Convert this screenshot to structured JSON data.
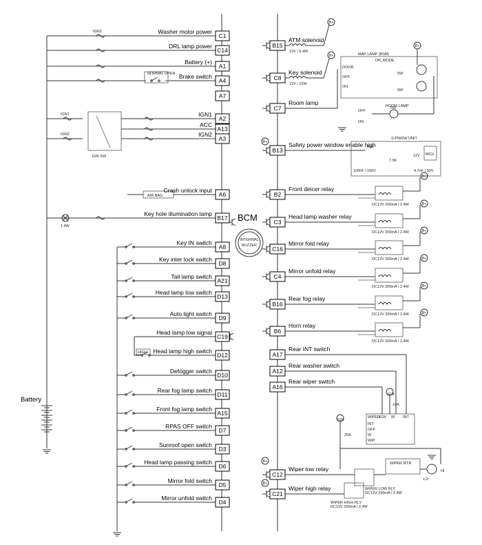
{
  "bcm_label": "BCM",
  "battery_label": "Battery",
  "internal_buzzer": [
    "INTERNAL",
    "BUZZER"
  ],
  "left_pins": [
    {
      "pin": "C1",
      "label": "Washer motor power"
    },
    {
      "pin": "C14",
      "label": "DRL lamp power"
    },
    {
      "pin": "A1",
      "label": "Battery (+)"
    },
    {
      "pin": "A4",
      "label": "Brake switch"
    },
    {
      "pin": "A7",
      "label": ""
    },
    {
      "pin": "A2",
      "label": "IGN1"
    },
    {
      "pin": "A13",
      "label": "ACC"
    },
    {
      "pin": "A3",
      "label": "IGN2"
    },
    {
      "pin": "A6",
      "label": "Crash unlock input"
    },
    {
      "pin": "B17",
      "label": "Key hole illumination lamp"
    },
    {
      "pin": "A8",
      "label": "Key IN switch"
    },
    {
      "pin": "D8",
      "label": "Key inter lock switch"
    },
    {
      "pin": "A21",
      "label": "Tail lamp switch"
    },
    {
      "pin": "D13",
      "label": "Head lamp low switch"
    },
    {
      "pin": "D9",
      "label": "Auto light switch"
    },
    {
      "pin": "C19",
      "label": "Head lamp low signal"
    },
    {
      "pin": "D12",
      "label": "Head lamp high switch"
    },
    {
      "pin": "D10",
      "label": "Defogger switch"
    },
    {
      "pin": "D11",
      "label": "Rear fog lamp switch"
    },
    {
      "pin": "A15",
      "label": "Front fog lamp switch"
    },
    {
      "pin": "D7",
      "label": "RPAS OFF switch"
    },
    {
      "pin": "D3",
      "label": "Sunroof open switch"
    },
    {
      "pin": "D6",
      "label": "Head lamp passing switch"
    },
    {
      "pin": "D5",
      "label": "Mirror fold switch"
    },
    {
      "pin": "D4",
      "label": "Mirror unfold switch"
    }
  ],
  "right_pins": [
    {
      "pin": "B15",
      "label": "ATM solenoid"
    },
    {
      "pin": "C8",
      "label": "Key solenoid"
    },
    {
      "pin": "C7",
      "label": "Room lamp"
    },
    {
      "pin": "B13",
      "label": "Safety power window enable high"
    },
    {
      "pin": "B2",
      "label": "Front deicer relay"
    },
    {
      "pin": "C3",
      "label": "Head lamp washer relay"
    },
    {
      "pin": "C16",
      "label": "Mirror fold relay"
    },
    {
      "pin": "C4",
      "label": "Mirror unfold relay"
    },
    {
      "pin": "B16",
      "label": "Rear fog relay"
    },
    {
      "pin": "B6",
      "label": "Horn relay"
    },
    {
      "pin": "A17",
      "label": "Rear INT switch"
    },
    {
      "pin": "A12",
      "label": "Rear washer switch"
    },
    {
      "pin": "A16",
      "label": "Rear wiper switch"
    },
    {
      "pin": "C12",
      "label": "Wiper low relay"
    },
    {
      "pin": "C21",
      "label": "Wiper high relay"
    }
  ],
  "small": {
    "ign2_fuse": "IGN2",
    "ign1_fuse": "IGN1",
    "normal_open": "NORMAL OPEN",
    "ign_sw": "IGN SW",
    "air_bag": "AIR BAG",
    "lamp_watt": "1.4W",
    "high": "HIGH",
    "atm_spec": "12V / 6.4W",
    "key_spec": "12V / 12W",
    "bplus": "B+",
    "map_lamp": "MAP LAMP (BSM)",
    "dr_mode": "DR_MODE",
    "door": "DOOR",
    "off": "OFF",
    "on": "ON",
    "room_lamp": "ROOM LAMP",
    "w5": "5W",
    "s_pwdw_unit": "S-PWDW UNIT",
    "r56k": "56K",
    "r75k": "7.5K",
    "z12v": "12V",
    "c100": "100nF / 100V",
    "c47": "4.7nF / 50V",
    "mcu": "MCU",
    "relay_spec": "DC12V 200mA / 2.4W",
    "fuse_10a": "10A",
    "fuse_25a": "25A",
    "wiper_mtr": "WIPER MTR",
    "lo": "LO",
    "hi": "HI",
    "wiper_low_rly": "WIPER LOW RLY",
    "wiper_high_rly": "WIPER HIGH RLY",
    "ign": "IGN",
    "switch_table": {
      "headers": [
        "WIPER",
        "IGN",
        "W",
        "INT"
      ],
      "rows": [
        "INT",
        "OFF",
        "W",
        "WIP"
      ]
    }
  }
}
